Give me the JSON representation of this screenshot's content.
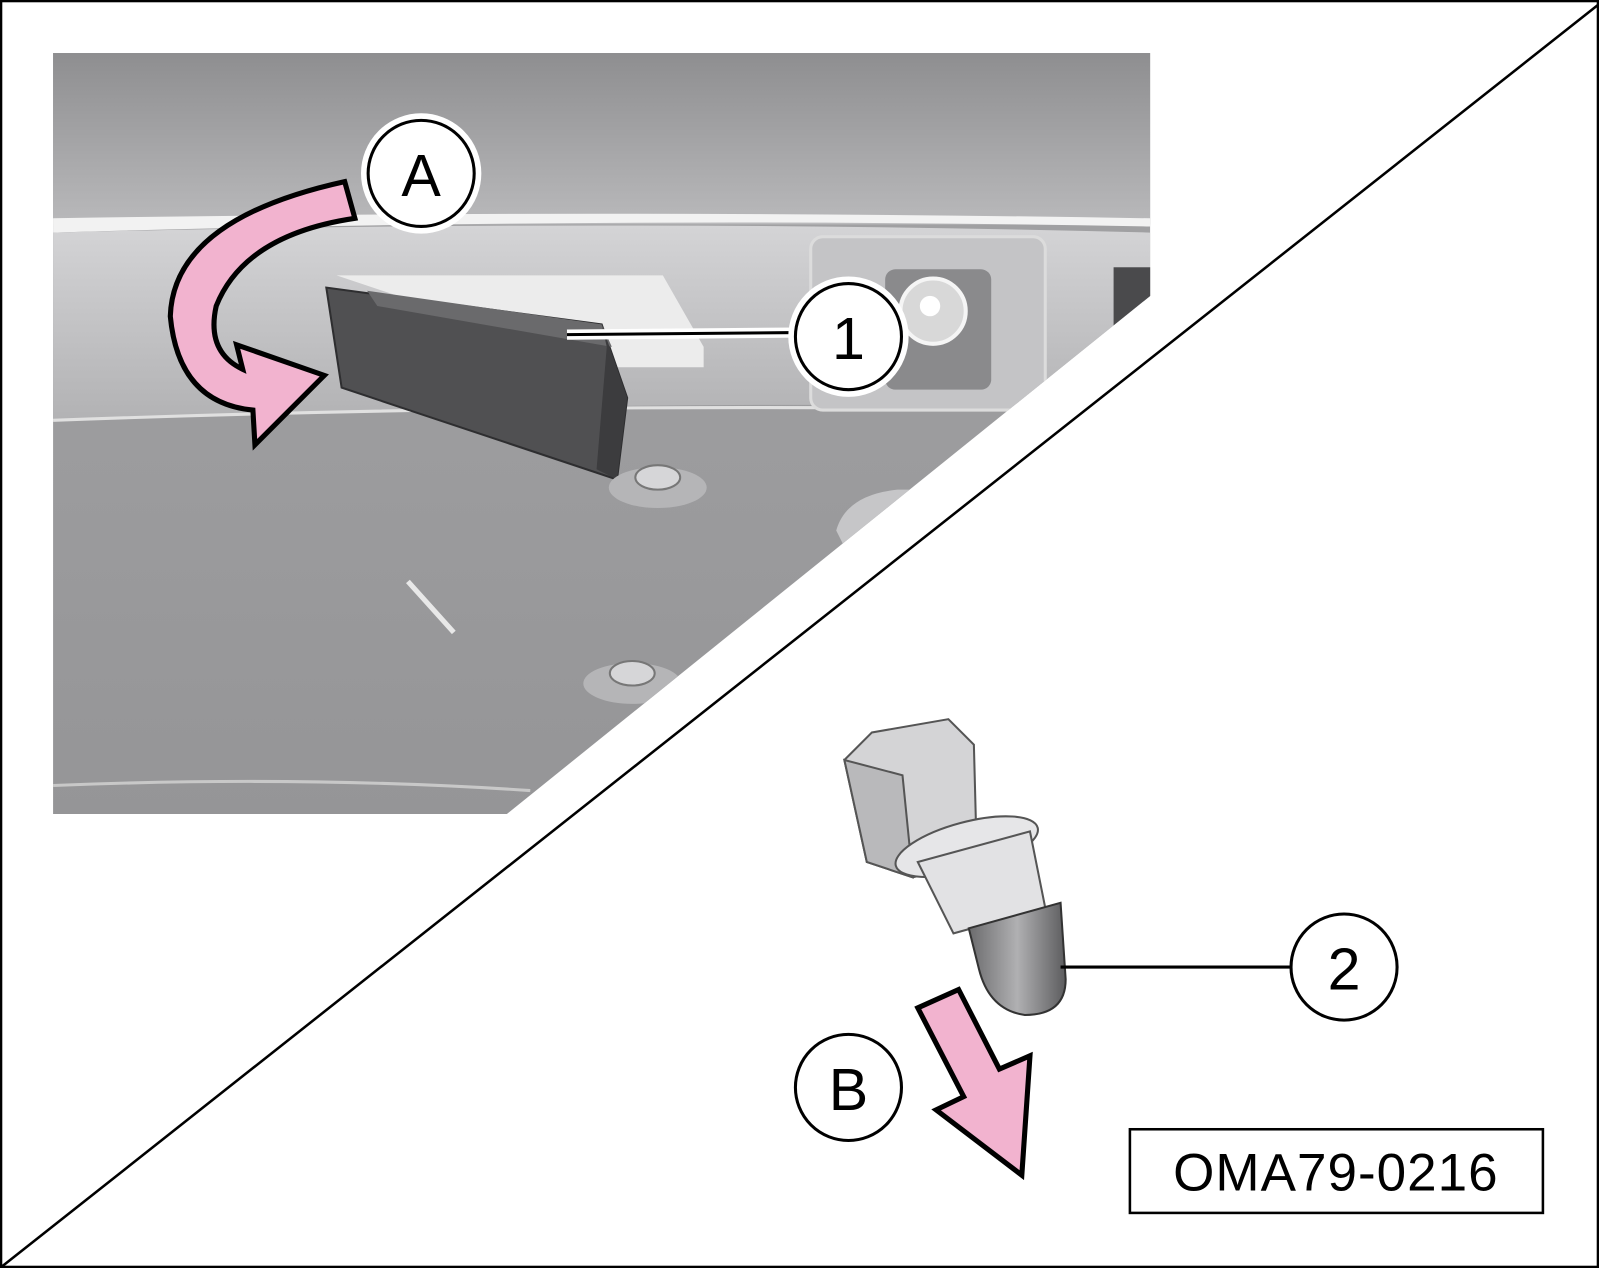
{
  "callouts": {
    "a": "A",
    "b": "B",
    "one": "1",
    "two": "2"
  },
  "figure_code": "OMA79-0216",
  "colors": {
    "arrow_fill": "#f2b3cf",
    "panel_grey": "#9a9a9c",
    "lamp_dark": "#505052"
  }
}
